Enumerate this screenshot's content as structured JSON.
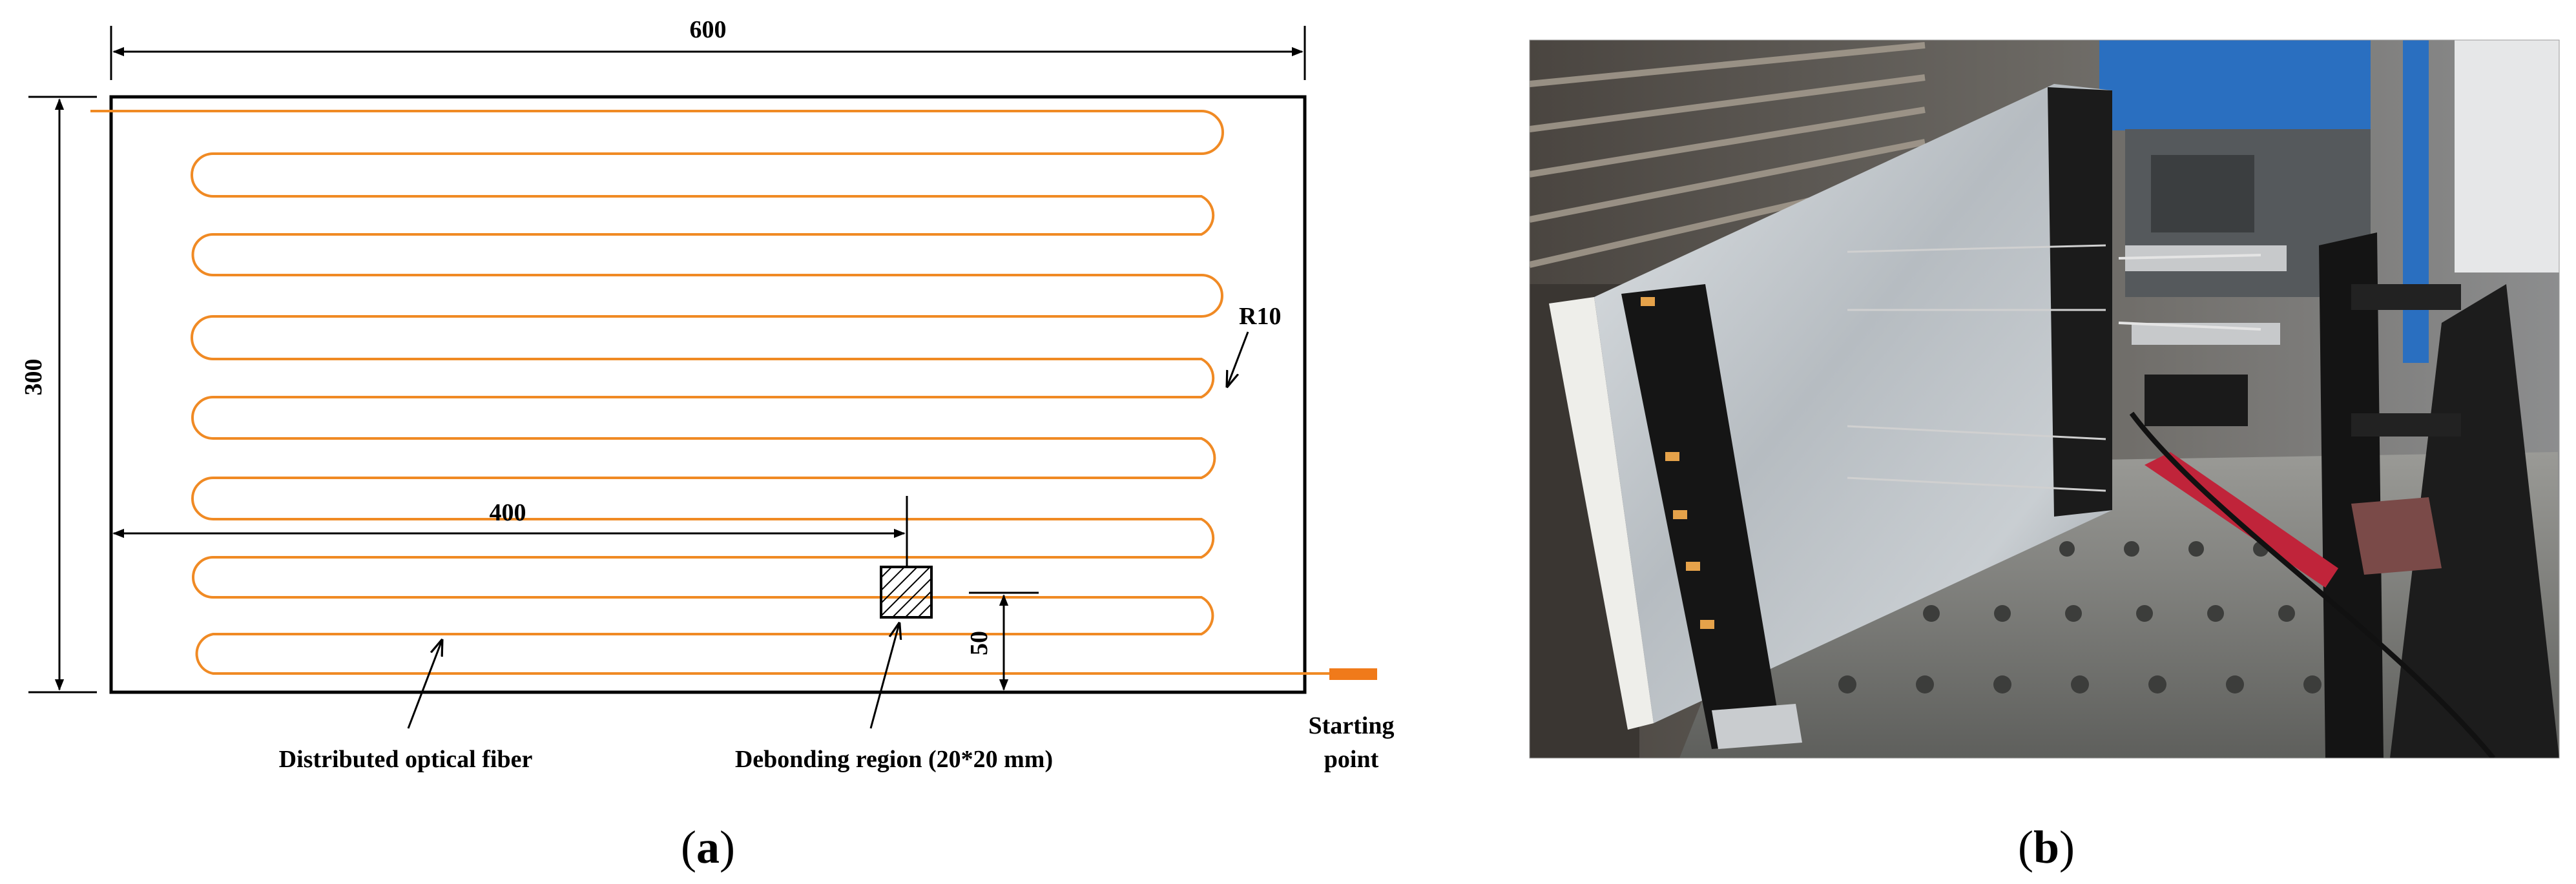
{
  "panel_a": {
    "dimensions": {
      "width": "600",
      "height": "300",
      "debond_x": "400",
      "debond_y": "50"
    },
    "labels": {
      "radius": "R10",
      "fiber": "Distributed optical fiber",
      "debond": "Debonding region (20*20 mm)",
      "start_line1": "Starting",
      "start_line2": "point"
    },
    "caption": {
      "open": "(",
      "letter": "a",
      "close": ")"
    },
    "colors": {
      "fiber": "#f08a24",
      "outline": "#000000"
    }
  },
  "panel_b": {
    "caption": {
      "open": "(",
      "letter": "b",
      "close": ")"
    },
    "photo_description_icon": "test-rig-photo"
  }
}
